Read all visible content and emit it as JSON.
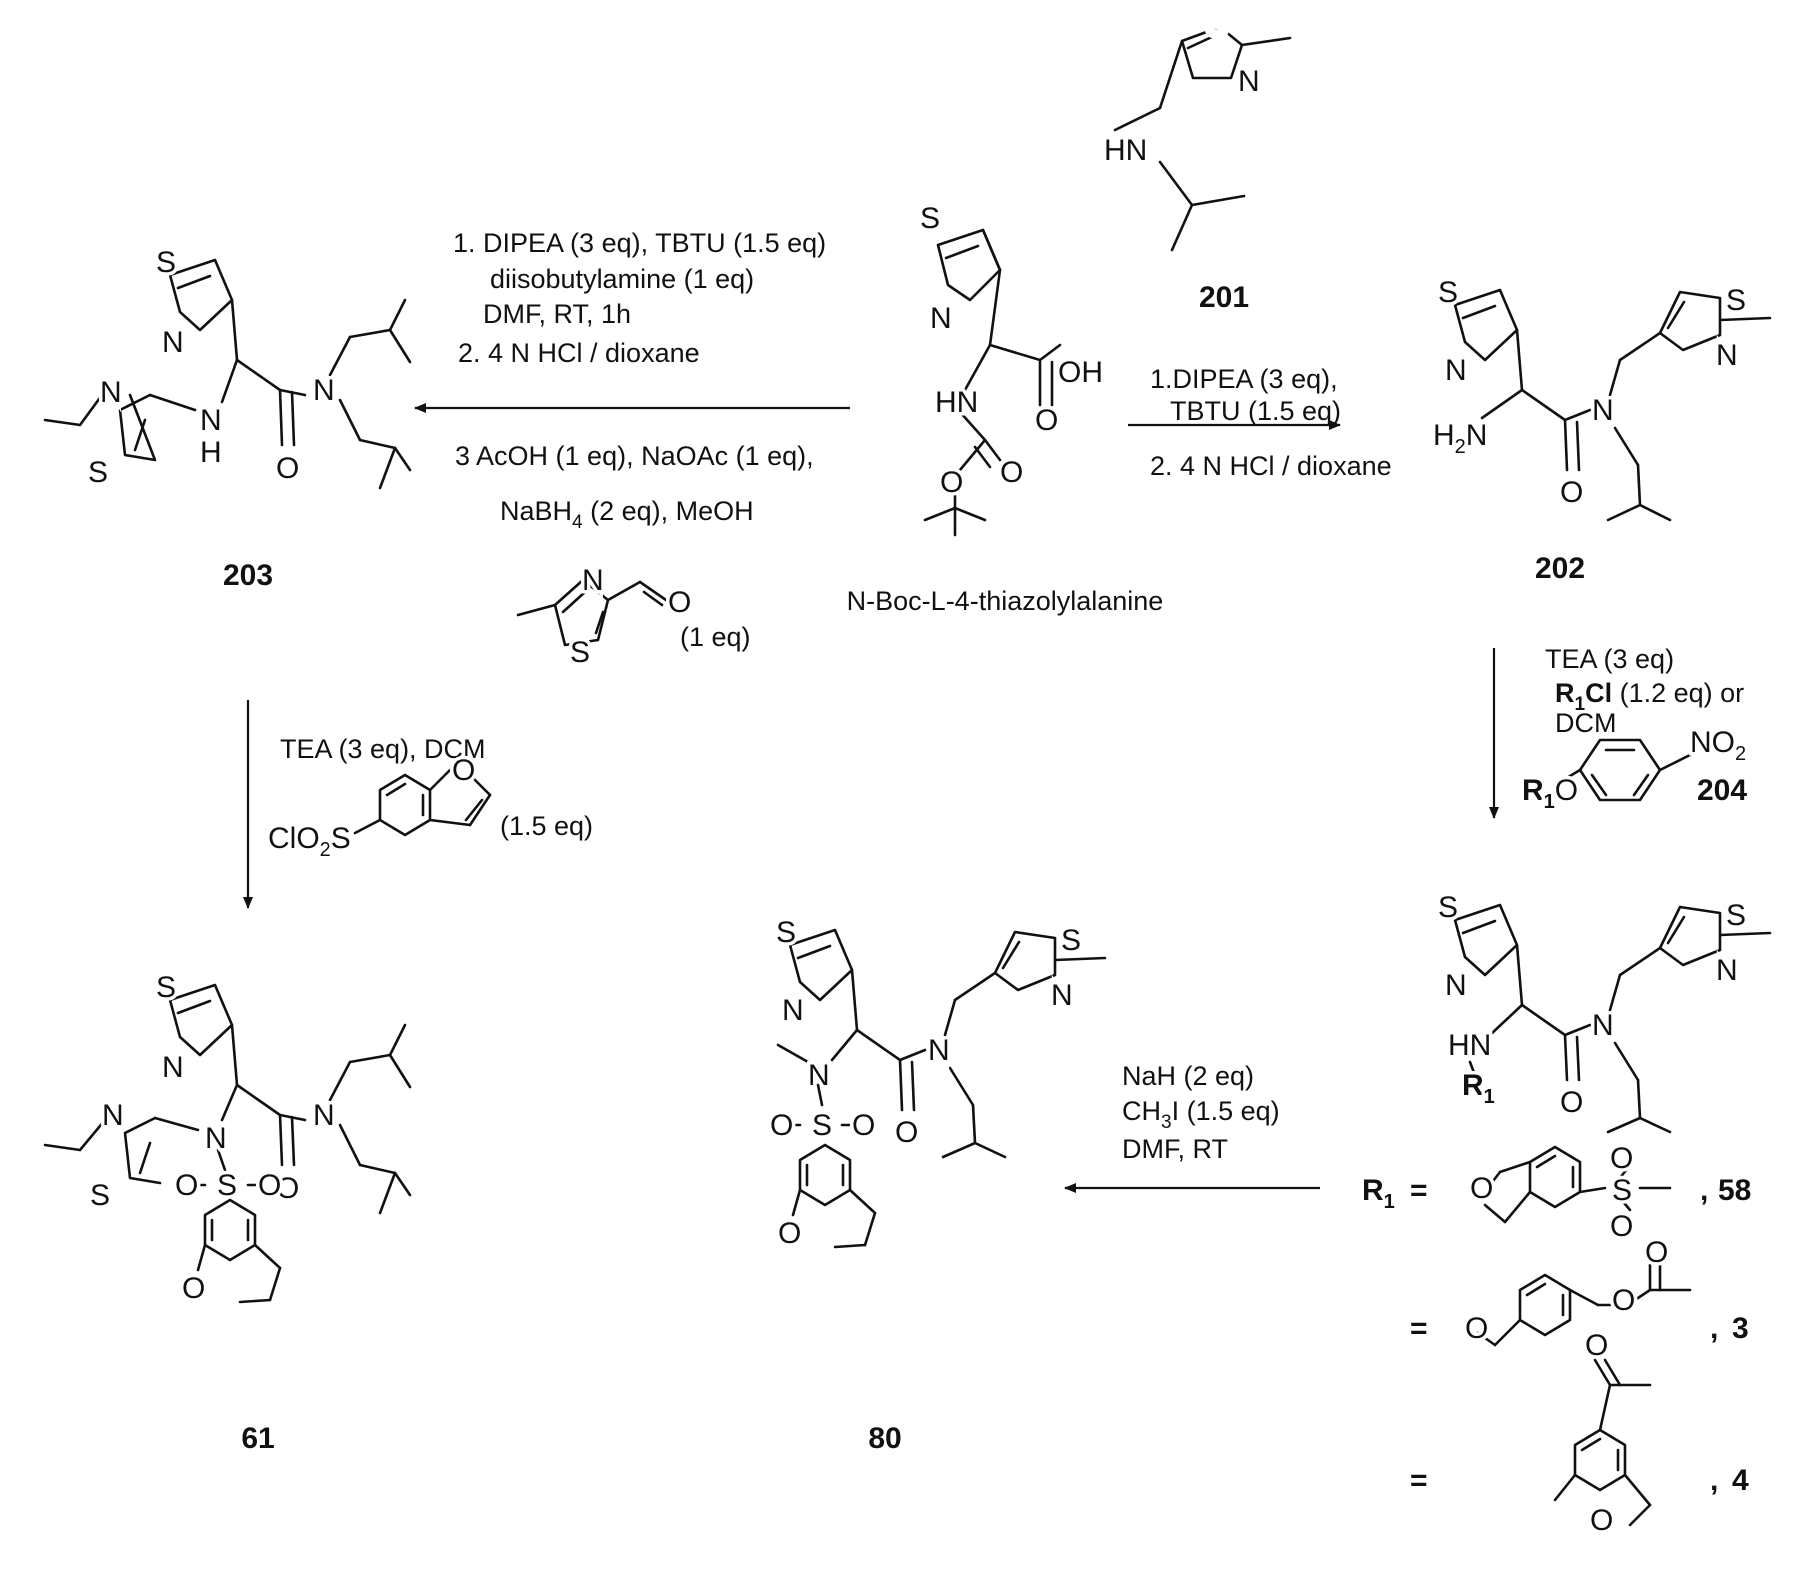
{
  "compounds": {
    "c201": "201",
    "c202": "202",
    "c203": "203",
    "c204": "204",
    "c61": "61",
    "c80": "80"
  },
  "starting_material_name": "N-Boc-L-4-thiazolylalanine",
  "left_arrow": {
    "step1_line1": "1. DIPEA (3 eq), TBTU (1.5 eq)",
    "step1_line2": "diisobutylamine (1 eq)",
    "step1_line3": "DMF, RT, 1h",
    "step2": "2. 4 N HCl / dioxane",
    "step3_line1": "3  AcOH (1 eq), NaOAc (1 eq),",
    "step3_line2_pre": "NaBH",
    "step3_line2_sub": "4",
    "step3_line2_post": " (2 eq), MeOH",
    "aldehyde_eq": "(1 eq)"
  },
  "right_arrow": {
    "line1": "1.DIPEA (3 eq),",
    "line2": "TBTU (1.5 eq)",
    "line3": "2. 4 N HCl / dioxane"
  },
  "down_arrow_right": {
    "line1": "TEA (3 eq)",
    "line2": "(1.2 eq) or",
    "line3": "DCM"
  },
  "down_arrow_left": {
    "line1": "TEA (3 eq), DCM",
    "reagent_eq": "(1.5 eq)"
  },
  "methylation": {
    "line1": "NaH (2 eq)",
    "line2_post": "I (1.5 eq)",
    "line3": "DMF, RT"
  },
  "r1_options": {
    "equals": "=",
    "sulfonyl_number": "58",
    "carbamate_number": "3",
    "acyl_number": "4",
    "comma": ","
  }
}
